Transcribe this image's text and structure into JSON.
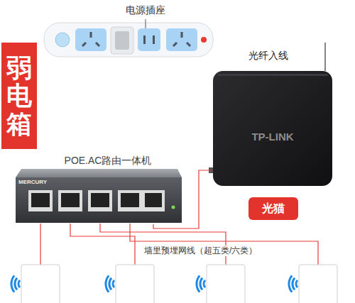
{
  "diagram": {
    "nodes": [
      {
        "text": [
          "弱电箱"
        ]
      },
      {
        "text": [
          "电源插座"
        ]
      },
      {
        "text": [
          "光纤入线",
          "TP-LINK"
        ]
      },
      {
        "text": [
          "POE.AC路由一体机",
          "MERCURY"
        ]
      },
      {
        "text": [
          "光猫"
        ]
      }
    ],
    "edges": [
      {
        "from": 3,
        "to": 2,
        "arrow": "none"
      }
    ],
    "labels": [
      "墙里预埋网线（超五类/六类）"
    ]
  }
}
